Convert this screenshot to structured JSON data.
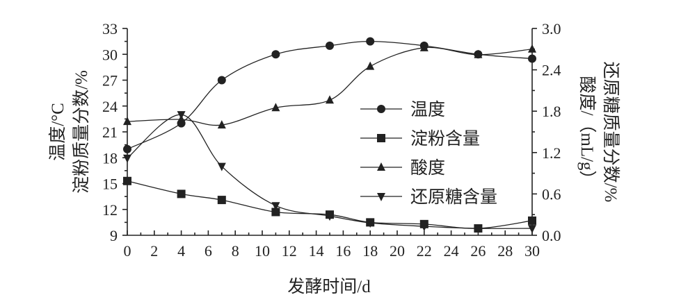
{
  "chart_data": {
    "type": "line",
    "xlabel": "发酵时间/d",
    "x_ticks": [
      0,
      2,
      4,
      6,
      8,
      10,
      12,
      14,
      16,
      18,
      20,
      22,
      24,
      26,
      28,
      30
    ],
    "xlim": [
      0,
      30
    ],
    "y_left": {
      "label_line1": "温度/°C",
      "label_line2": "淀粉质量分数/%",
      "ticks": [
        9,
        12,
        15,
        18,
        21,
        24,
        27,
        30,
        33
      ],
      "lim": [
        9,
        33
      ]
    },
    "y_right": {
      "label_line1": "酸度/（mL/g）",
      "label_line2": "还原糖质量分数/%",
      "ticks": [
        "0.0",
        "0.6",
        "1.2",
        "1.8",
        "2.4",
        "3.0"
      ],
      "lim": [
        0,
        3.0
      ]
    },
    "grid": false,
    "legend_position": "center-right",
    "series": [
      {
        "name": "温度",
        "marker": "circle",
        "axis": "left",
        "x": [
          0,
          4,
          7,
          11,
          15,
          18,
          22,
          26,
          30
        ],
        "values": [
          19.0,
          22.0,
          27.0,
          30.0,
          31.0,
          31.5,
          31.0,
          30.0,
          29.5
        ]
      },
      {
        "name": "淀粉含量",
        "marker": "square",
        "axis": "left",
        "x": [
          0,
          4,
          7,
          11,
          15,
          18,
          22,
          26,
          30
        ],
        "values": [
          15.3,
          13.8,
          13.1,
          11.7,
          11.4,
          10.5,
          10.3,
          9.8,
          10.7
        ]
      },
      {
        "name": "酸度",
        "marker": "triangle-up",
        "axis": "right",
        "x": [
          0,
          4,
          7,
          11,
          15,
          18,
          22,
          26,
          30
        ],
        "values": [
          1.65,
          1.68,
          1.6,
          1.85,
          1.96,
          2.45,
          2.72,
          2.62,
          2.7
        ]
      },
      {
        "name": "还原糖含量",
        "marker": "triangle-down",
        "axis": "right",
        "x": [
          0,
          4,
          7,
          11,
          15,
          18,
          22,
          26,
          30
        ],
        "values": [
          1.12,
          1.75,
          1.0,
          0.43,
          0.28,
          0.18,
          0.13,
          0.1,
          0.1
        ]
      }
    ]
  }
}
